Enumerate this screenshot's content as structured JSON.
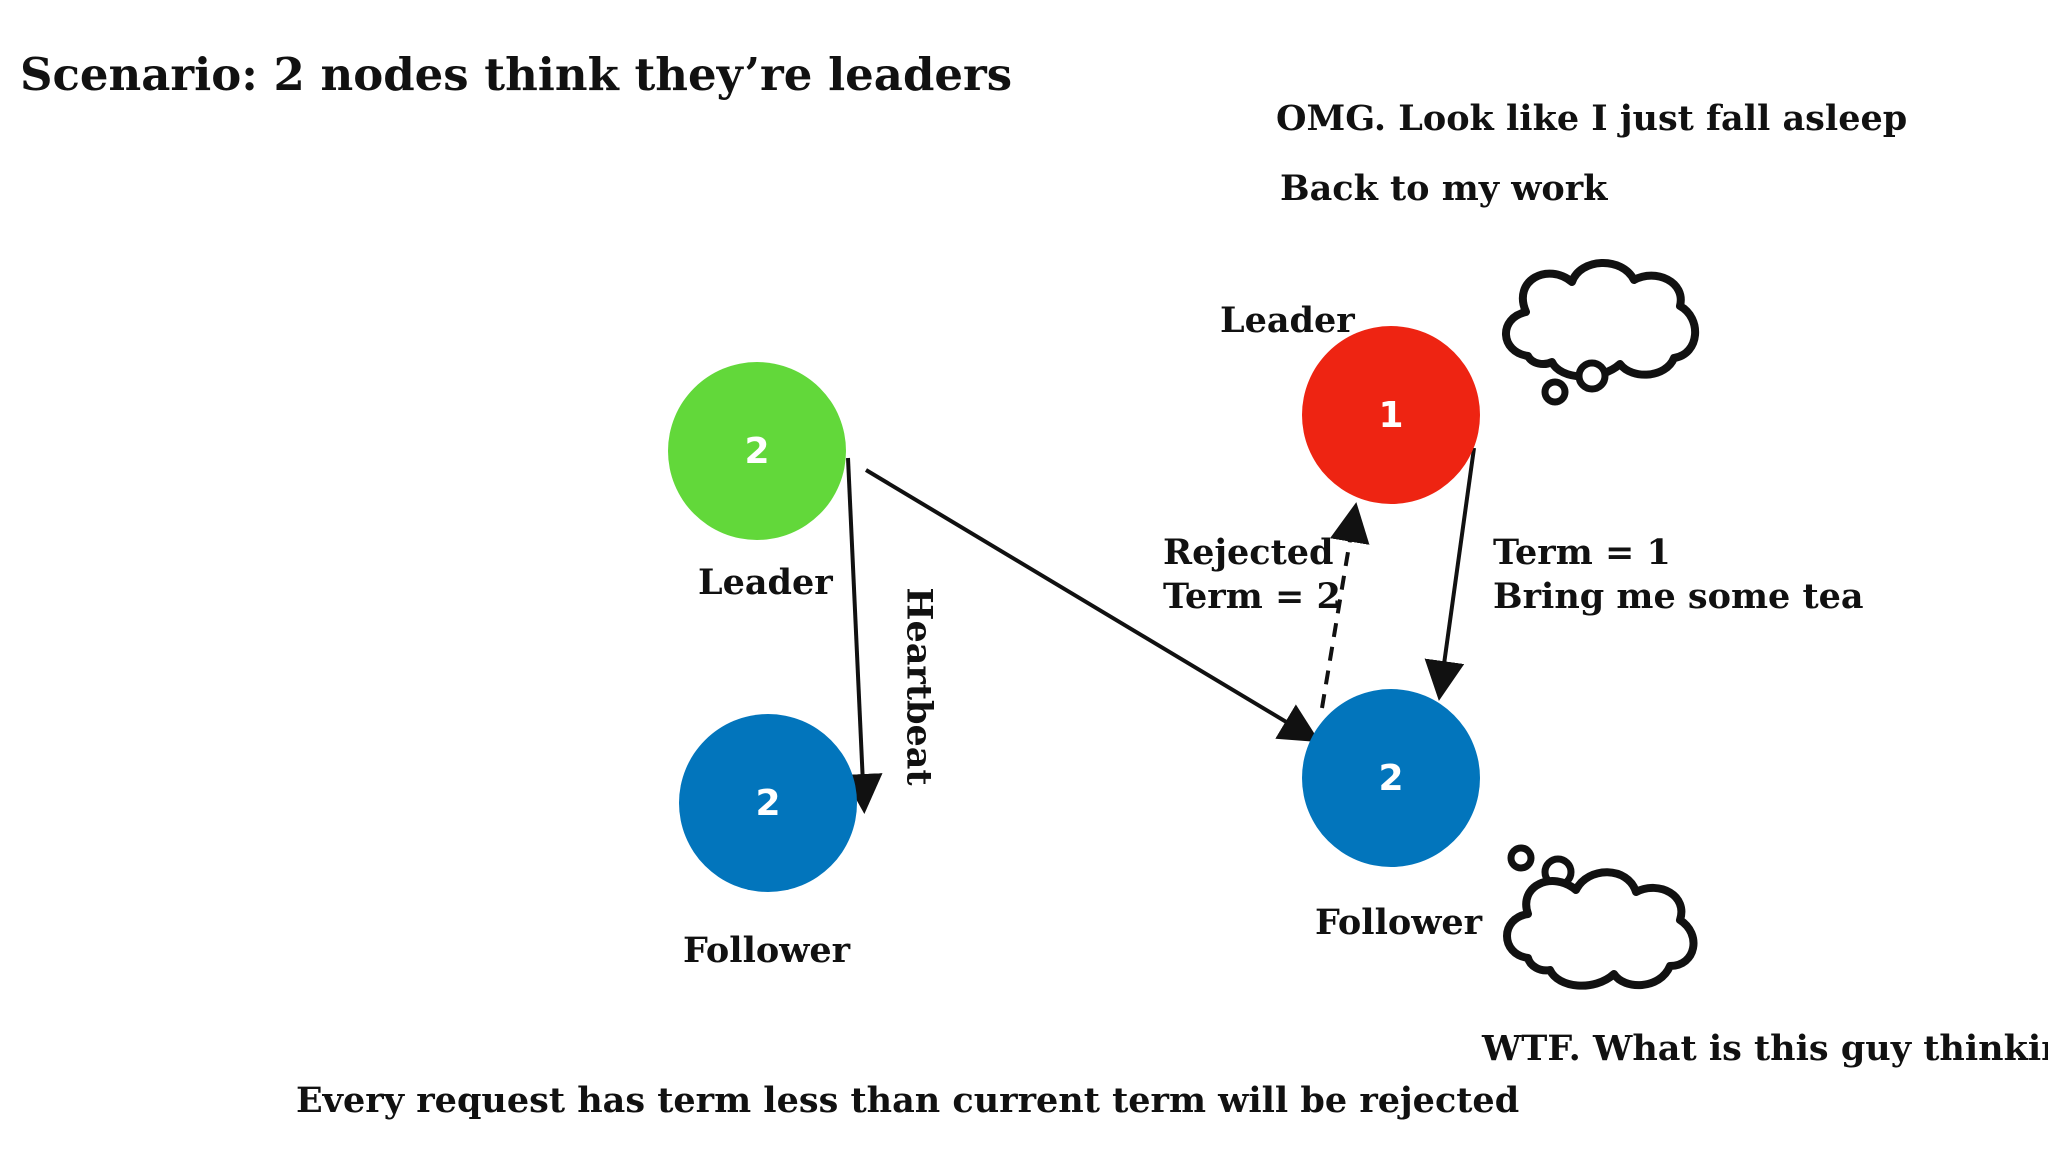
{
  "title": "Scenario: 2 nodes think they’re leaders",
  "colors": {
    "new_leader": "#62D83A",
    "old_leader": "#EE2412",
    "follower": "#0275BC",
    "arrow": "#111111"
  },
  "nodes": {
    "left_leader": {
      "term": "2",
      "role": "Leader"
    },
    "left_follower": {
      "term": "2",
      "role": "Follower"
    },
    "right_leader": {
      "term": "1",
      "role": "Leader"
    },
    "right_follower": {
      "term": "2",
      "role": "Follower"
    }
  },
  "edges": {
    "heartbeat": {
      "label": "Heartbeat"
    },
    "rejected": {
      "line1": "Rejected",
      "line2": "Term = 2"
    },
    "old_request": {
      "line1": "Term = 1",
      "line2": "Bring me some tea"
    }
  },
  "thoughts": {
    "old_leader_line1": "OMG. Look like I just fall asleep",
    "old_leader_line2": "Back to my work",
    "follower": "WTF. What is this guy thinking?"
  },
  "footer": "Every request has term less than current term will be rejected"
}
